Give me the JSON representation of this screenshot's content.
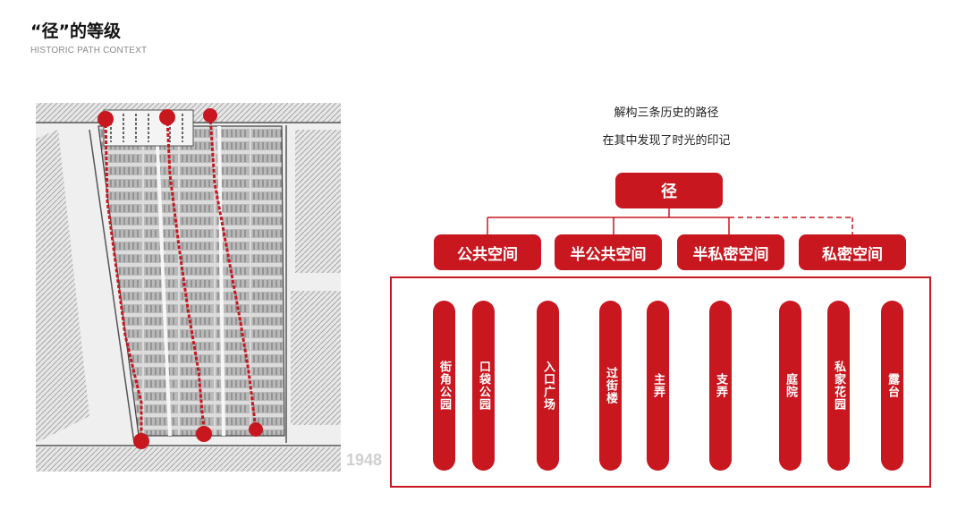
{
  "header": {
    "title": "“径”的等级",
    "subtitle": "HISTORIC PATH CONTEXT"
  },
  "map": {
    "year": "1948"
  },
  "intro": {
    "line1": "解构三条历史的路径",
    "line2": "在其中发现了时光的印记"
  },
  "hierarchy": {
    "root": "径",
    "categories": [
      {
        "label": "公共空间"
      },
      {
        "label": "半公共空间"
      },
      {
        "label": "半私密空间"
      },
      {
        "label": "私密空间"
      }
    ],
    "items": [
      {
        "label": "街角公园"
      },
      {
        "label": "口袋公园"
      },
      {
        "label": "入口广场"
      },
      {
        "label": "过街楼"
      },
      {
        "label": "主弄"
      },
      {
        "label": "支弄"
      },
      {
        "label": "庭院"
      },
      {
        "label": "私家花园"
      },
      {
        "label": "露台"
      }
    ]
  },
  "colors": {
    "accent": "#c8171f",
    "frame": "#c8171f"
  }
}
